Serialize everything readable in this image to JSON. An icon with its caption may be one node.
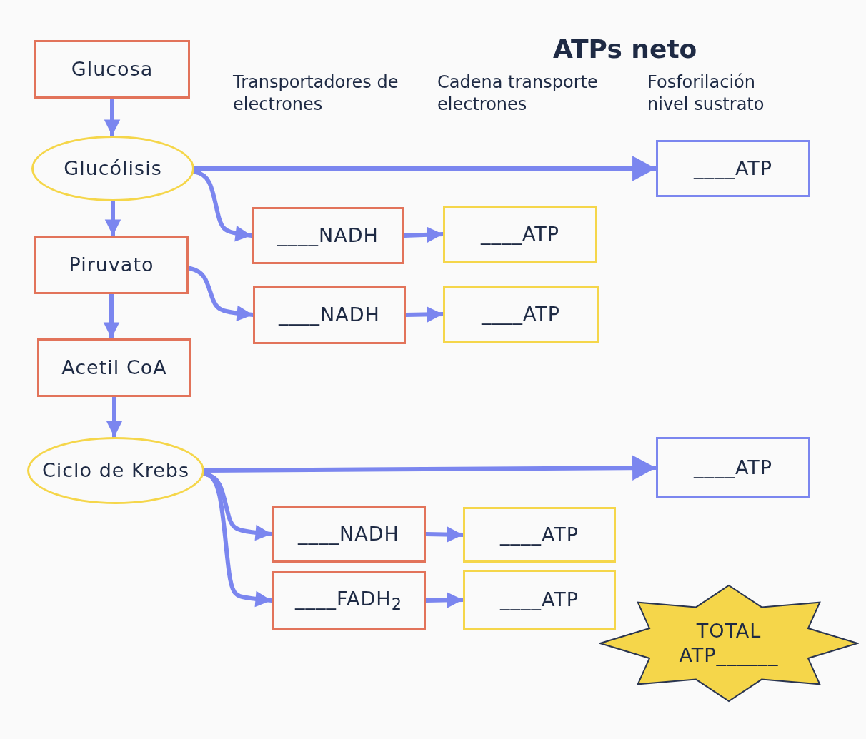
{
  "diagram": {
    "title": "ATPs neto",
    "nodes": [
      {
        "text": [
          "Glucosa"
        ]
      },
      {
        "text": [
          "Glucólisis"
        ]
      },
      {
        "text": [
          "Piruvato"
        ]
      },
      {
        "text": [
          "Acetil CoA"
        ]
      },
      {
        "text": [
          "Ciclo de Krebs"
        ]
      },
      {
        "text": [
          "____ATP"
        ]
      },
      {
        "text": [
          "____NADH"
        ]
      },
      {
        "text": [
          "____ATP"
        ]
      },
      {
        "text": [
          "____NADH"
        ]
      },
      {
        "text": [
          "____ATP"
        ]
      },
      {
        "text": [
          "____ATP"
        ]
      },
      {
        "text": [
          "____NADH"
        ]
      },
      {
        "text": [
          "____ATP"
        ]
      },
      {
        "text": [
          "____FADH$_{2}$"
        ]
      },
      {
        "text": [
          "____ATP"
        ]
      },
      {
        "text": [
          "TOTAL ATP______"
        ]
      }
    ],
    "edges": [
      {
        "from": 0,
        "to": 1,
        "arrow": "to"
      },
      {
        "from": 1,
        "to": 2,
        "arrow": "to"
      },
      {
        "from": 2,
        "to": 3,
        "arrow": "to"
      },
      {
        "from": 3,
        "to": 4,
        "arrow": "to"
      },
      {
        "from": 1,
        "to": 5,
        "arrow": "to"
      },
      {
        "from": 1,
        "to": 6,
        "arrow": "to"
      },
      {
        "from": 6,
        "to": 7,
        "arrow": "to"
      },
      {
        "from": 2,
        "to": 8,
        "arrow": "to"
      },
      {
        "from": 8,
        "to": 9,
        "arrow": "to"
      },
      {
        "from": 4,
        "to": 10,
        "arrow": "to"
      },
      {
        "from": 4,
        "to": 11,
        "arrow": "to"
      },
      {
        "from": 11,
        "to": 12,
        "arrow": "to"
      },
      {
        "from": 4,
        "to": 13,
        "arrow": "to"
      },
      {
        "from": 13,
        "to": 14,
        "arrow": "to"
      }
    ],
    "labels": [
      "Transportadores de electrones",
      "Cadena transporte electrones",
      "Fosforilación nivel sustrato"
    ]
  }
}
